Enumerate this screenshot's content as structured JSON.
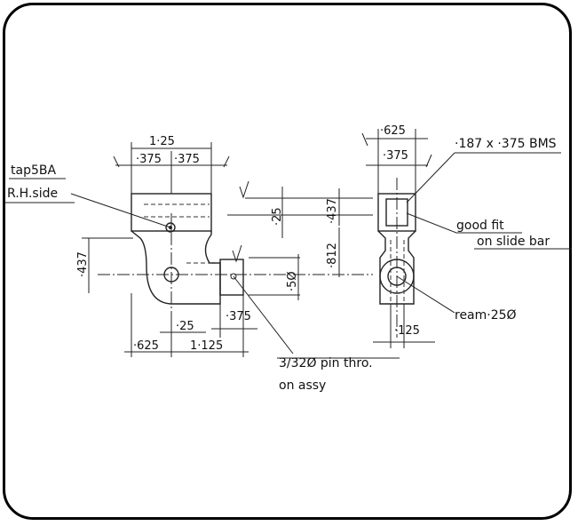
{
  "notes": {
    "tap": "tap5BA",
    "rh_side": "R.H.side",
    "bms": "·187 x ·375 BMS",
    "good_fit": "good fit",
    "on_slide_bar": "on slide bar",
    "ream": "ream·25Ø",
    "pin": "3/32Ø pin thro.",
    "on_assy": "on assy"
  },
  "dims": {
    "d_1_25": "1·25",
    "d_375a": "·375",
    "d_375b": "·375",
    "d_437_left": "·437",
    "d_25_h": "·25",
    "d_375_h": "·375",
    "d_625_bottom": "·625",
    "d_1125": "1·125",
    "d_25_v": "·25",
    "d_437_v": "·437",
    "d_5phi": "·5Ø",
    "d_812": "·812",
    "d_625_top": "·625",
    "d_375_side": "·375",
    "d_125": "·125"
  }
}
